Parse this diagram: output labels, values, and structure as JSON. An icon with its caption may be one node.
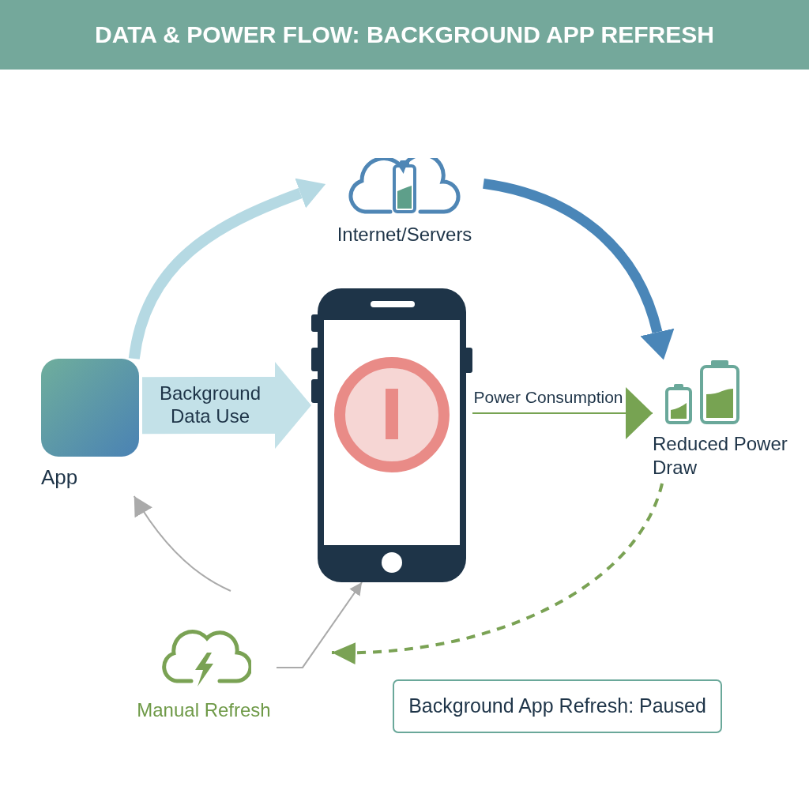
{
  "diagram": {
    "title": "DATA & POWER FLOW: BACKGROUND APP REFRESH",
    "nodes": [
      {
        "text": [
          "App"
        ]
      },
      {
        "text": [
          "Internet/Servers"
        ]
      },
      {
        "text": [],
        "shape": "picture"
      },
      {
        "text": [
          "Reduced Power Draw"
        ]
      },
      {
        "text": [
          "Manual Refresh"
        ]
      },
      {
        "text": [
          "Background App Refresh: Paused"
        ]
      }
    ],
    "edges": [
      {
        "from": 0,
        "to": 1,
        "arrow": "to",
        "style": "thick",
        "color": "#b5d9e3"
      },
      {
        "from": 1,
        "to": 3,
        "arrow": "to",
        "style": "thick",
        "color": "#4a86b8"
      },
      {
        "from": 0,
        "to": 2,
        "arrow": "to",
        "label": "Background Data Use",
        "style": "thick",
        "color": "#c3e1e8"
      },
      {
        "from": 2,
        "to": 3,
        "arrow": "to",
        "label": "Power Consumption",
        "color": "#77a352"
      },
      {
        "from": 3,
        "to": null,
        "arrow": "to",
        "style": "dashed",
        "color": "#7aa254"
      },
      {
        "from": 4,
        "to": 2,
        "arrow": "to",
        "color": "#aaaaaa"
      },
      {
        "from": null,
        "to": 0,
        "arrow": "to",
        "color": "#aaaaaa"
      }
    ]
  }
}
